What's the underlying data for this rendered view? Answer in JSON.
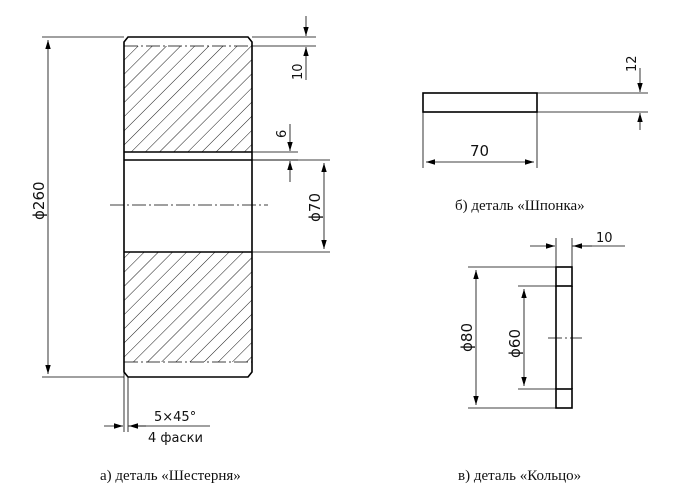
{
  "gear": {
    "caption": "а) деталь «Шестерня»",
    "dim_outer": "ϕ260",
    "dim_bore": "ϕ70",
    "dim_hub": "10",
    "dim_groove": "6",
    "chamfer_size": "5×45°",
    "chamfer_count": "4 фаски"
  },
  "key": {
    "caption": "б) деталь «Шпонка»",
    "dim_length": "70",
    "dim_height": "12"
  },
  "ring": {
    "caption": "в) деталь «Кольцо»",
    "dim_outer": "ϕ80",
    "dim_inner": "ϕ60",
    "dim_width": "10"
  }
}
